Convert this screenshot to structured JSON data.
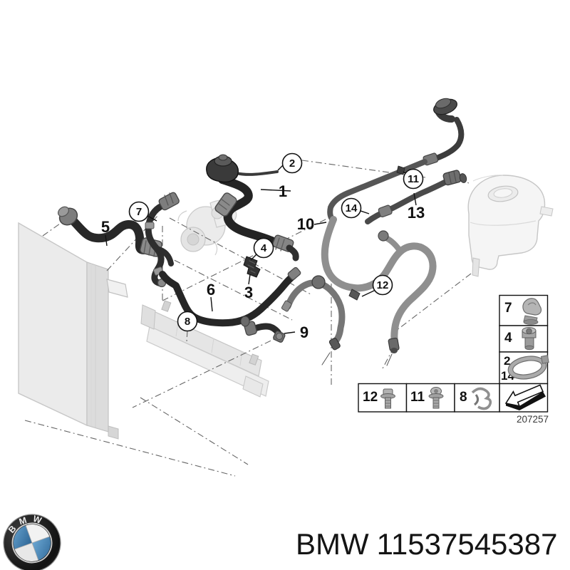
{
  "figure": {
    "number": "207257"
  },
  "callouts": {
    "c1": "1",
    "c2": "2",
    "c3": "3",
    "c4": "4",
    "c5": "5",
    "c6": "6",
    "c7": "7",
    "c8": "8",
    "c9": "9",
    "c10": "10",
    "c11": "11",
    "c12": "12",
    "c13": "13",
    "c14": "14"
  },
  "legend": {
    "column": [
      {
        "label": "7",
        "icon": "hose-bracket-clip"
      },
      {
        "label": "4",
        "icon": "sealing-plug"
      },
      {
        "label": "2",
        "label2": "14",
        "icon": "hose-clamp"
      }
    ],
    "row": [
      {
        "label": "12",
        "icon": "hex-flange-bolt"
      },
      {
        "label": "11",
        "icon": "hex-flange-bolt"
      },
      {
        "label": "8",
        "icon": "retaining-clip"
      }
    ],
    "arrow_icon": "direction-arrow"
  },
  "footer": {
    "brand": "BMW",
    "part_number": "11537545387",
    "logo_text": "BMW"
  },
  "colors": {
    "hose_dark": "#262626",
    "hose_gray": "#8f8f8f",
    "ghost_fill": "#e7e7e7",
    "ghost_stroke": "#c2c2c2",
    "phantom_line": "#666666",
    "roundel_blue": "#3e7eb3",
    "text": "#141414"
  }
}
